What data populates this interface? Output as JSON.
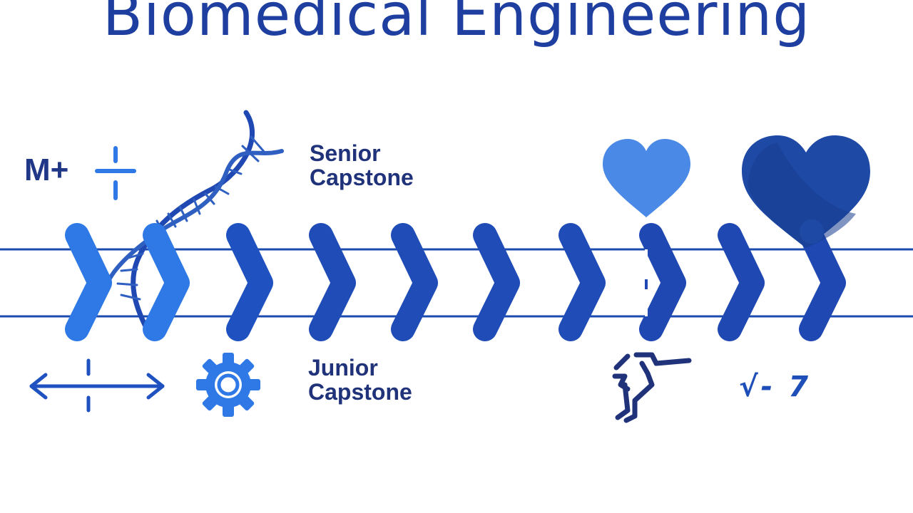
{
  "title": "Biomedical Engineering",
  "labels": {
    "senior": [
      "Senior",
      "Capstone"
    ],
    "junior": [
      "Junior",
      "Capstone"
    ]
  },
  "math_text": "M+",
  "formula_text": "√- 7",
  "colors": {
    "title": "#1e3fa0",
    "line": "#1c4bb0",
    "chevron_light": "#2f79e6",
    "chevron_dark": "#1f48b2",
    "heart_light": "#4a8ae6",
    "heart_dark": "#1e4aa6",
    "navy": "#20337a"
  },
  "icons": [
    "divide-icon",
    "dna-icon",
    "chevron-icon",
    "heart-icon",
    "double-arrow-icon",
    "gear-icon",
    "walking-figure-icon"
  ],
  "chevron_count": 10
}
